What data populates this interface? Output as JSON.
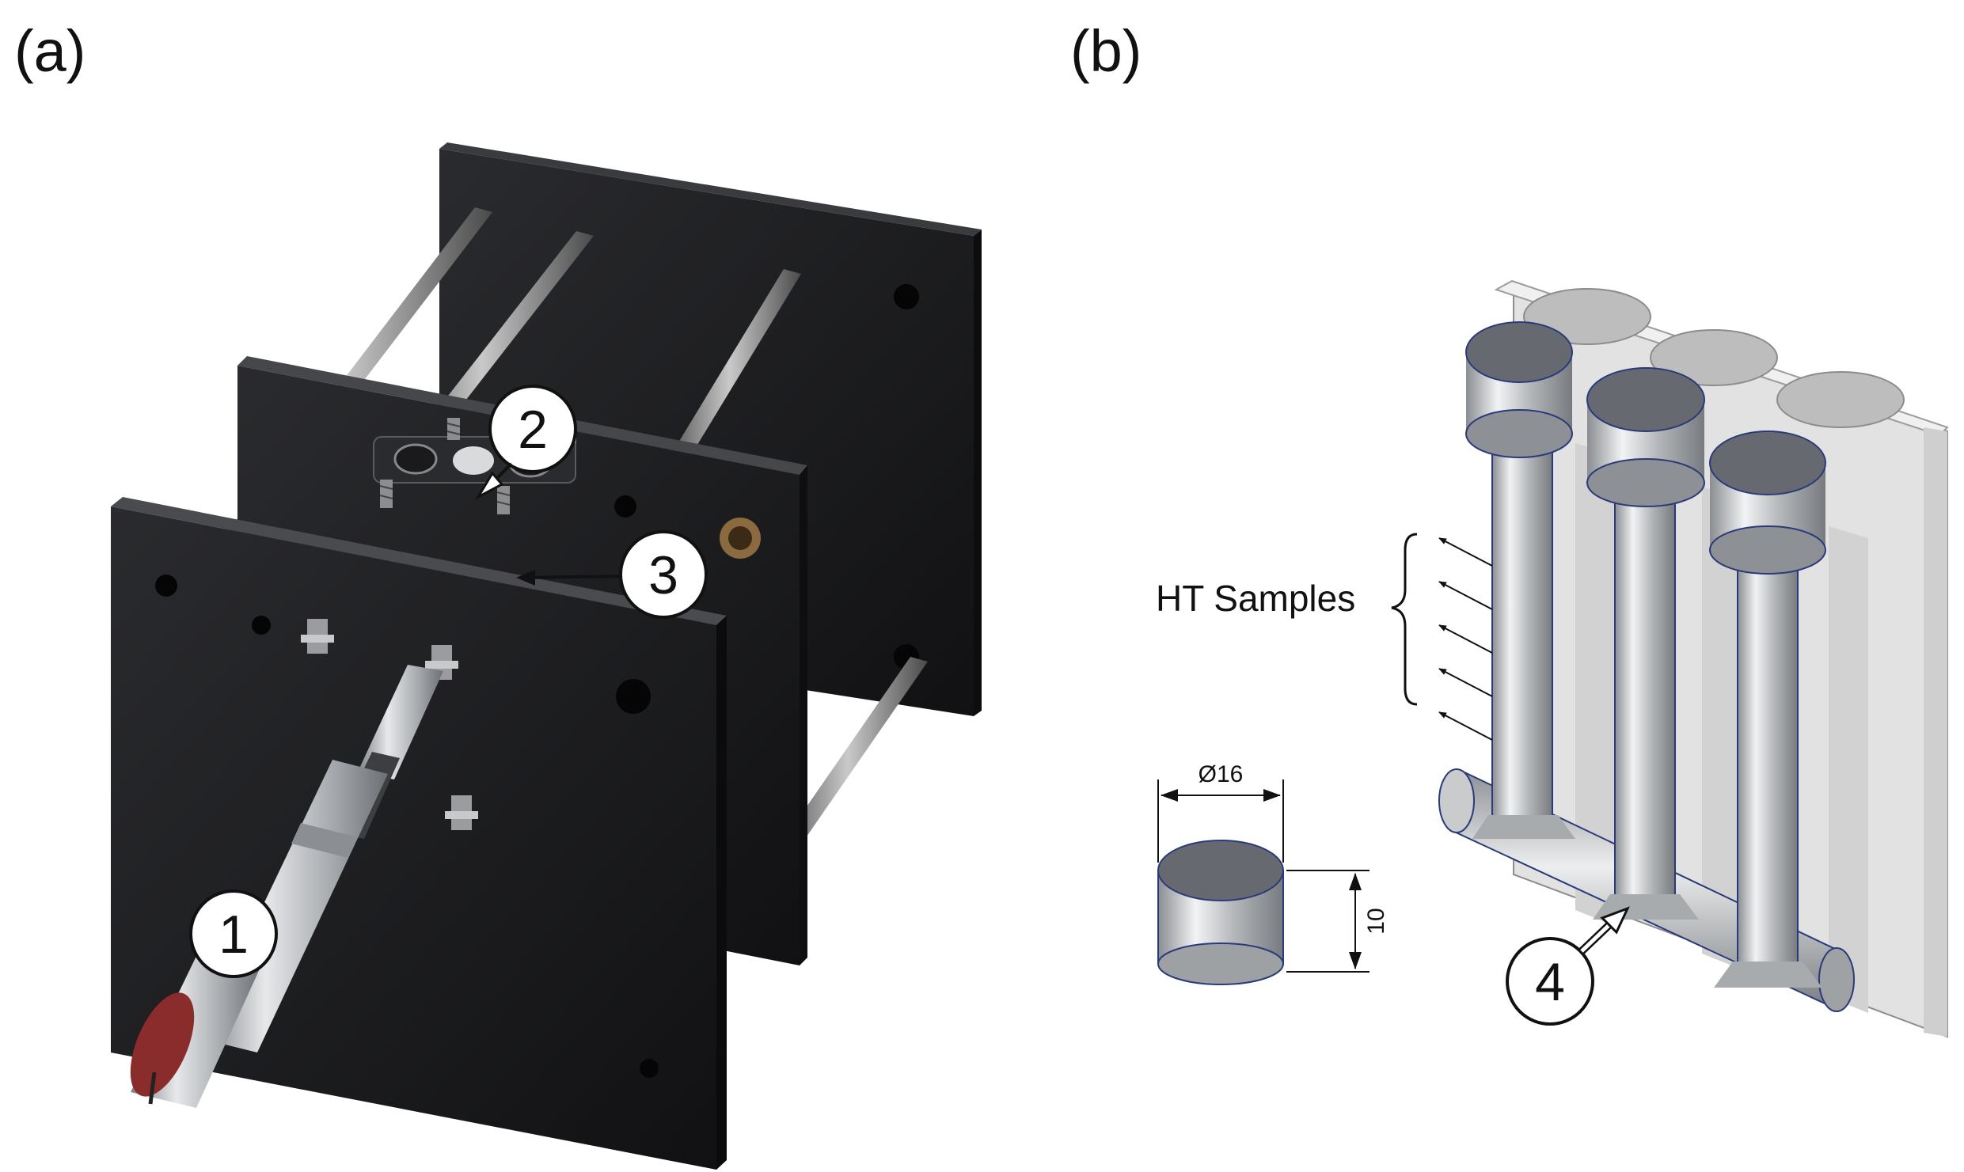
{
  "panels": {
    "a": {
      "label": "(a)"
    },
    "b": {
      "label": "(b)"
    }
  },
  "callouts": {
    "c1": "1",
    "c2": "2",
    "c3": "3",
    "c4": "4"
  },
  "annotations": {
    "ht_samples": "HT Samples",
    "diameter": "Ø16",
    "height": "10"
  },
  "colors": {
    "background": "#ffffff",
    "plate": "#1b1b1d",
    "metal": "#b9bcc0",
    "mold": "#e3e3e3",
    "sample_top": "#666a70",
    "outline": "#2a3a7a"
  }
}
